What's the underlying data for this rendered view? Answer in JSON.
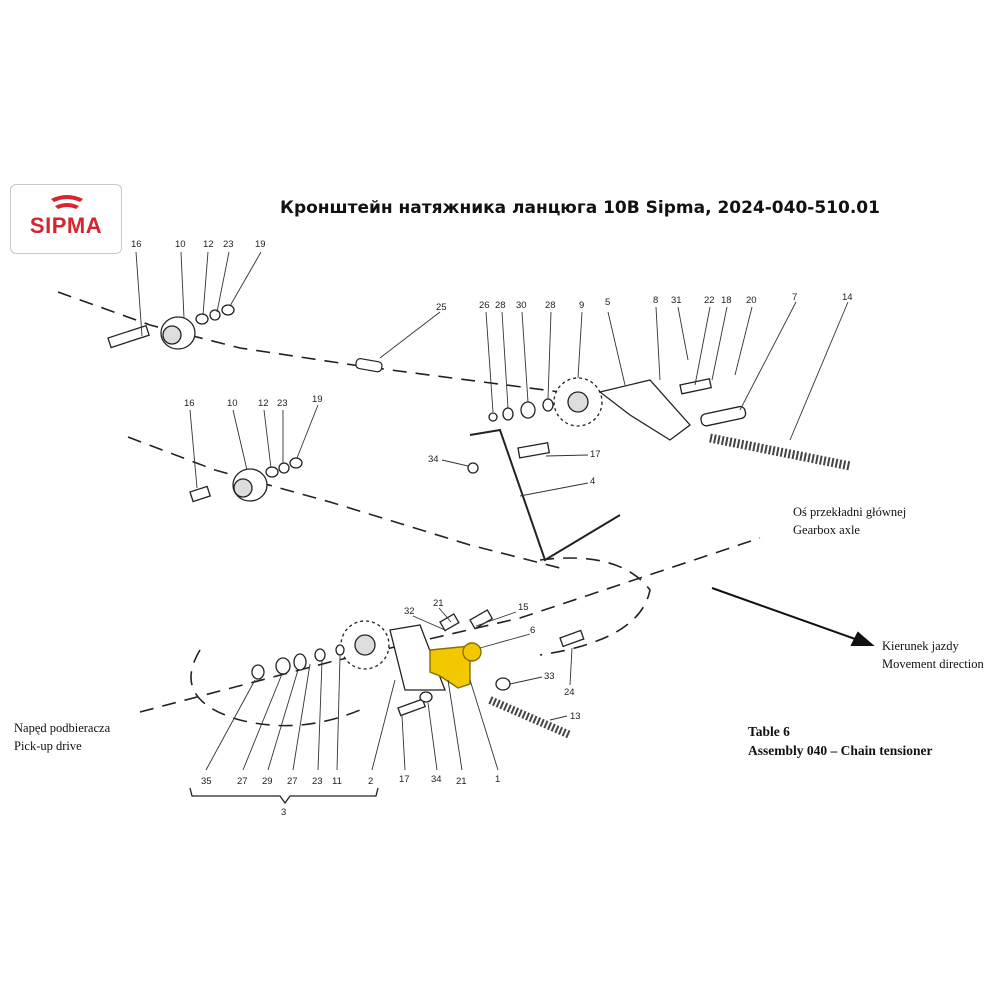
{
  "brand": {
    "logo_text": "SIPMA",
    "accent": "#d6252e"
  },
  "title": "Кронштейн натяжника ланцюга 10B Sipma, 2024-040-510.01",
  "highlight_color": "#f2c800",
  "notes": {
    "gearbox_pl": "Oś przekładni głównej",
    "gearbox_en": "Gearbox axle",
    "direction_pl": "Kierunek jazdy",
    "direction_en": "Movement direction",
    "pickup_pl": "Napęd podbieracza",
    "pickup_en": "Pick-up drive"
  },
  "table": {
    "line1": "Table 6",
    "line2": "Assembly 040 – Chain tensioner"
  },
  "part_numbers": {
    "upper_left": [
      "16",
      "10",
      "12",
      "23",
      "19"
    ],
    "middle_left": [
      "16",
      "10",
      "12",
      "23",
      "19"
    ],
    "upper_right": [
      "26",
      "28",
      "30",
      "28",
      "9",
      "5",
      "8",
      "31",
      "22",
      "18",
      "20",
      "7",
      "14"
    ],
    "center": [
      "25",
      "34",
      "17",
      "4"
    ],
    "lower": [
      "32",
      "21",
      "15",
      "6",
      "24",
      "33",
      "13"
    ],
    "bottom_row": [
      "35",
      "27",
      "29",
      "27",
      "23",
      "11",
      "2",
      "17",
      "34",
      "21",
      "1"
    ],
    "group": "3"
  }
}
